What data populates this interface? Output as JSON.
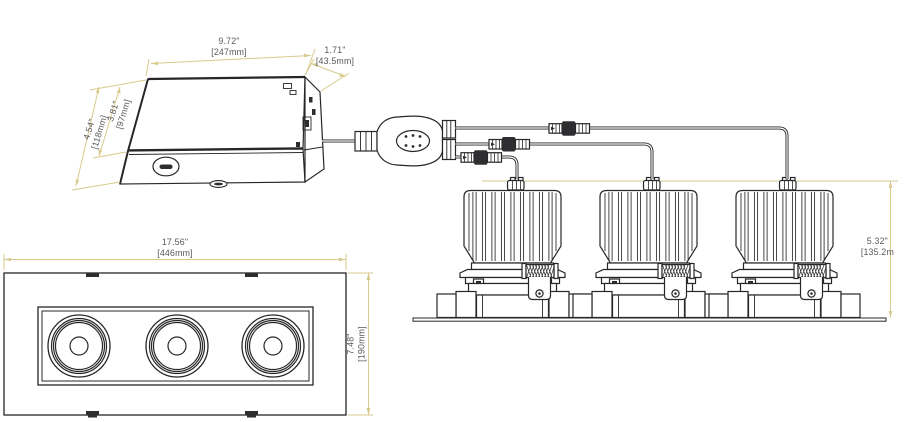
{
  "diagram": {
    "junction_box": {
      "width_in": "9.72\"",
      "width_mm": "[247mm]",
      "depth_in": "1.71\"",
      "depth_mm": "[43.5mm]",
      "body_height_in": "3.81\"",
      "body_height_mm": "[97mm]",
      "total_height_in": "4.54\"",
      "total_height_mm": "[118mm]"
    },
    "module_side": {
      "height_in": "5.32\"",
      "height_mm": "[135.2m"
    },
    "trim_front": {
      "width_in": "17.56\"",
      "width_mm": "[446mm]",
      "height_in": "7.48\"",
      "height_mm": "[190mm]"
    },
    "colors": {
      "dimension_line": "#d8ca8c",
      "drawing_line": "#27272a",
      "text": "#57585a",
      "background": "#ffffff"
    }
  }
}
